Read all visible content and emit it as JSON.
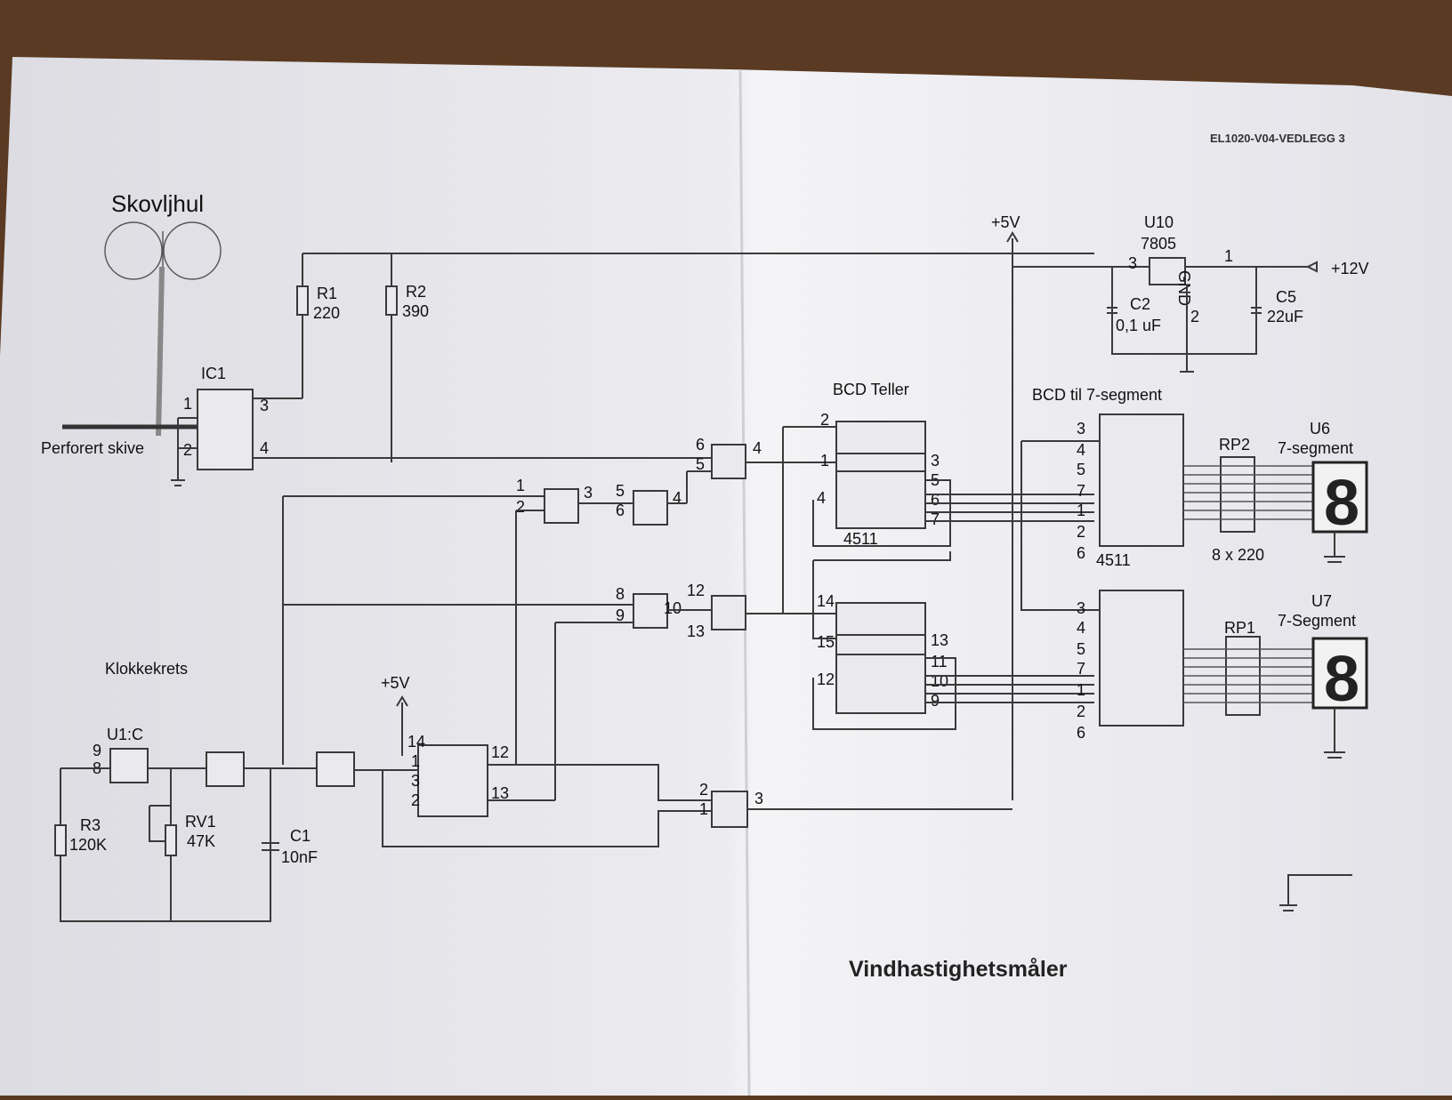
{
  "colors": {
    "table": "#5a3a22",
    "paper": "#e6e6ea",
    "ink": "#3a3a3a"
  },
  "doc_id": "EL1020-V04-VEDLEGG 3",
  "title": "Vindhastighetsmåler",
  "sections": {
    "wheel": "Skovljhul",
    "disc": "Perforert skive",
    "clock": "Klokkekrets",
    "counter": "BCD Teller",
    "decoder": "BCD til 7-segment"
  },
  "rails": {
    "plus5_top": "+5V",
    "plus5_mid": "+5V",
    "plus12": "+12V"
  },
  "parts": {
    "ic1": "IC1",
    "r1": {
      "name": "R1",
      "value": "220"
    },
    "r2": {
      "name": "R2",
      "value": "390"
    },
    "r3": {
      "name": "R3",
      "value": "120K"
    },
    "rv1": {
      "name": "RV1",
      "value": "47K"
    },
    "c1": {
      "name": "C1",
      "value": "10nF"
    },
    "c2": {
      "name": "C2",
      "value": "0,1 uF"
    },
    "c5": {
      "name": "C5",
      "value": "22uF"
    },
    "u10": {
      "name": "U10",
      "value": "7805",
      "gnd": "GND"
    },
    "u1c": "U1:C",
    "counter_part": "4511",
    "decoder_top_part": "4511",
    "rp2": {
      "name": "RP2",
      "value": "8 x 220"
    },
    "rp1": "RP1",
    "u6": {
      "name": "U6",
      "type": "7-segment"
    },
    "u7": {
      "name": "U7",
      "type": "7-Segment"
    }
  },
  "pins": {
    "ic1": [
      "1",
      "2",
      "3",
      "4"
    ],
    "u10": [
      "3",
      "1",
      "2"
    ],
    "gate_u3b": [
      "6",
      "5",
      "4"
    ],
    "gate_u1a": [
      "1",
      "2",
      "3"
    ],
    "gate_u1b": [
      "5",
      "6",
      "4"
    ],
    "gate_u3c": [
      "8",
      "9",
      "10"
    ],
    "gate_u3d": [
      "12",
      "13"
    ],
    "gate_u1c": [
      "9",
      "8"
    ],
    "flipflop": [
      "14",
      "1",
      "3",
      "2",
      "12",
      "13"
    ],
    "gate_u3a": [
      "2",
      "1",
      "3"
    ],
    "counter_top_left": [
      "2",
      "1",
      "4"
    ],
    "counter_top_right": [
      "3",
      "5",
      "6",
      "7"
    ],
    "counter_bot_left": [
      "14",
      "15",
      "12"
    ],
    "counter_bot_right": [
      "13",
      "11",
      "10",
      "9"
    ],
    "decoder_top": [
      "3",
      "4",
      "5",
      "7",
      "1",
      "2",
      "6"
    ],
    "decoder_bot": [
      "3",
      "4",
      "5",
      "7",
      "1",
      "2",
      "6"
    ]
  }
}
